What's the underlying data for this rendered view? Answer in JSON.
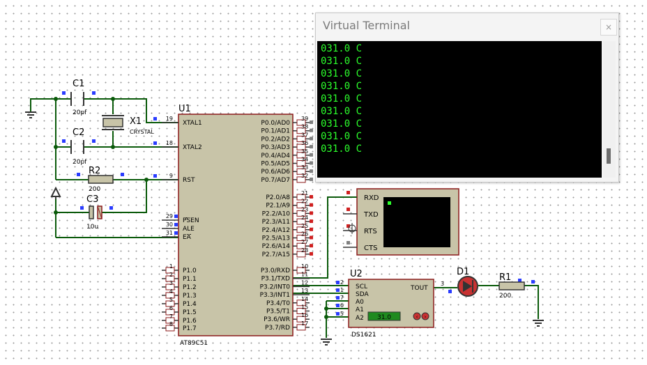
{
  "terminal": {
    "title": "Virtual Terminal",
    "close_label": "×",
    "lines": [
      "031.0 C",
      "031.0 C",
      "031.0 C",
      "031.0 C",
      "031.0 C",
      "031.0 C",
      "031.0 C",
      "031.0 C",
      "031.0 C"
    ]
  },
  "colors": {
    "chip_fill": "#c8c4a8",
    "chip_outline": "#8b1a1a",
    "wire": "#0a5a0a",
    "terminal_text": "#2cff2c",
    "lcd_fill": "#1f8a1f",
    "led_fill": "#c83232"
  },
  "u1": {
    "ref": "U1",
    "part": "AT89C51",
    "left_pins": [
      {
        "num": "19",
        "name": "XTAL1"
      },
      {
        "num": "18",
        "name": "XTAL2"
      },
      {
        "num": "9",
        "name": "RST"
      },
      {
        "num": "29",
        "name": "PSEN"
      },
      {
        "num": "30",
        "name": "ALE"
      },
      {
        "num": "31",
        "name": "EA"
      },
      {
        "num": "1",
        "name": "P1.0"
      },
      {
        "num": "2",
        "name": "P1.1"
      },
      {
        "num": "3",
        "name": "P1.2"
      },
      {
        "num": "4",
        "name": "P1.3"
      },
      {
        "num": "5",
        "name": "P1.4"
      },
      {
        "num": "6",
        "name": "P1.5"
      },
      {
        "num": "7",
        "name": "P1.6"
      },
      {
        "num": "8",
        "name": "P1.7"
      }
    ],
    "right_pins": [
      {
        "num": "39",
        "name": "P0.0/AD0"
      },
      {
        "num": "38",
        "name": "P0.1/AD1"
      },
      {
        "num": "37",
        "name": "P0.2/AD2"
      },
      {
        "num": "36",
        "name": "P0.3/AD3"
      },
      {
        "num": "35",
        "name": "P0.4/AD4"
      },
      {
        "num": "34",
        "name": "P0.5/AD5"
      },
      {
        "num": "33",
        "name": "P0.6/AD6"
      },
      {
        "num": "32",
        "name": "P0.7/AD7"
      },
      {
        "num": "21",
        "name": "P2.0/A8"
      },
      {
        "num": "22",
        "name": "P2.1/A9"
      },
      {
        "num": "23",
        "name": "P2.2/A10"
      },
      {
        "num": "24",
        "name": "P2.3/A11"
      },
      {
        "num": "25",
        "name": "P2.4/A12"
      },
      {
        "num": "26",
        "name": "P2.5/A13"
      },
      {
        "num": "27",
        "name": "P2.6/A14"
      },
      {
        "num": "28",
        "name": "P2.7/A15"
      },
      {
        "num": "10",
        "name": "P3.0/RXD"
      },
      {
        "num": "11",
        "name": "P3.1/TXD"
      },
      {
        "num": "12",
        "name": "P3.2/INT0"
      },
      {
        "num": "13",
        "name": "P3.3/INT1"
      },
      {
        "num": "14",
        "name": "P3.4/T0"
      },
      {
        "num": "15",
        "name": "P3.5/T1"
      },
      {
        "num": "16",
        "name": "P3.6/WR"
      },
      {
        "num": "17",
        "name": "P3.7/RD"
      }
    ]
  },
  "c1": {
    "ref": "C1",
    "value": "20pf"
  },
  "c2": {
    "ref": "C2",
    "value": "20pf"
  },
  "c3": {
    "ref": "C3",
    "value": "10u"
  },
  "x1": {
    "ref": "X1",
    "value": "CRYSTAL"
  },
  "r2": {
    "ref": "R2",
    "value": "200"
  },
  "r1": {
    "ref": "R1",
    "value": "200"
  },
  "d1": {
    "ref": "D1"
  },
  "u2": {
    "ref": "U2",
    "part": "DS1621",
    "pins_left": [
      {
        "num": "2",
        "name": "SCL"
      },
      {
        "num": "1",
        "name": "SDA"
      },
      {
        "num": "7",
        "name": "A0"
      },
      {
        "num": "6",
        "name": "A1"
      },
      {
        "num": "5",
        "name": "A2"
      }
    ],
    "pin_right": {
      "num": "3",
      "name": "TOUT"
    },
    "reading": "31.0"
  },
  "vterm": {
    "pins": [
      "RXD",
      "TXD",
      "RTS",
      "CTS"
    ]
  }
}
